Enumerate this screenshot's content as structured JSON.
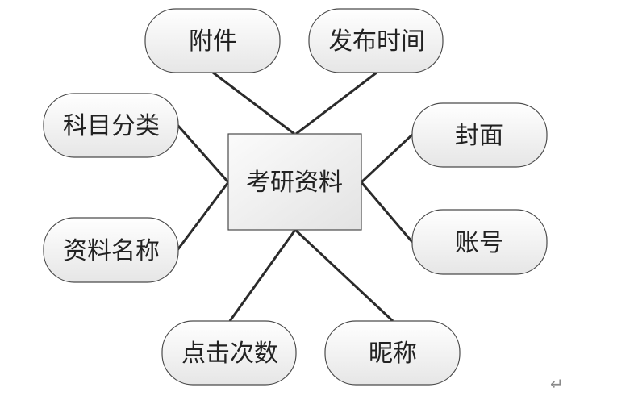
{
  "entity": {
    "label": "考研资料"
  },
  "attributes": [
    {
      "id": "attachment",
      "label": "附件"
    },
    {
      "id": "publish-time",
      "label": "发布时间"
    },
    {
      "id": "subject-category",
      "label": "科目分类"
    },
    {
      "id": "cover",
      "label": "封面"
    },
    {
      "id": "material-name",
      "label": "资料名称"
    },
    {
      "id": "account",
      "label": "账号"
    },
    {
      "id": "click-count",
      "label": "点击次数"
    },
    {
      "id": "nickname",
      "label": "昵称"
    }
  ],
  "paragraph_mark": "↵"
}
